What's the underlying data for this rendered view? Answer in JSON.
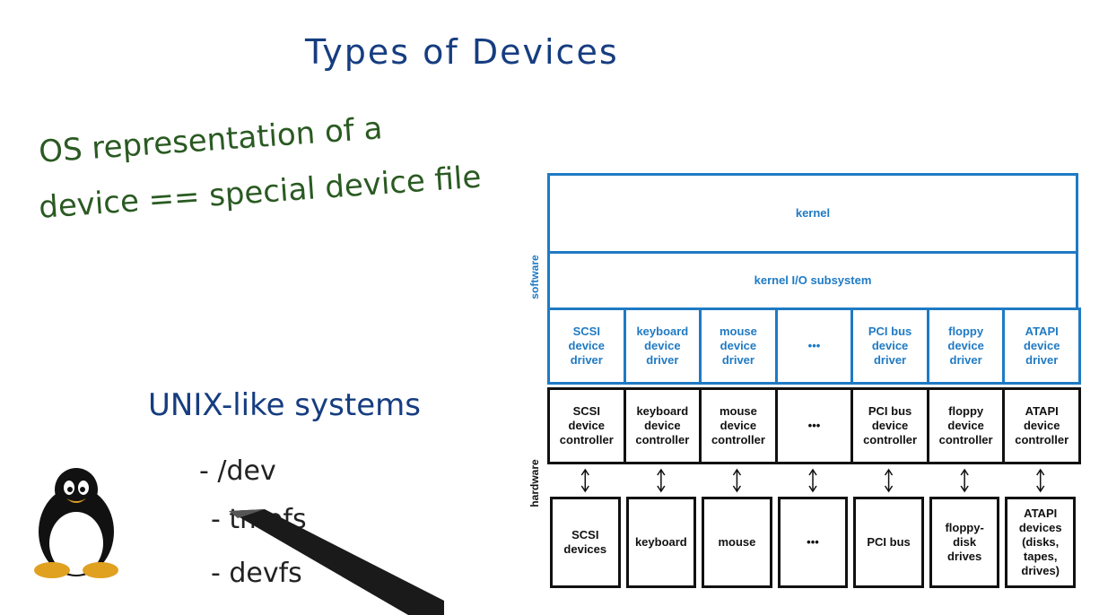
{
  "title": "Types of Devices",
  "note": {
    "line1": "OS representation of a",
    "line2": "device == special device file"
  },
  "unix": {
    "heading": "UNIX-like systems",
    "items": [
      "- /dev",
      "- tmpfs",
      "- devfs"
    ]
  },
  "diagram": {
    "software_label": "software",
    "hardware_label": "hardware",
    "kernel": "kernel",
    "io_subsystem": "kernel I/O subsystem",
    "drivers": [
      "SCSI\ndevice\ndriver",
      "keyboard\ndevice\ndriver",
      "mouse\ndevice\ndriver",
      "•••",
      "PCI bus\ndevice\ndriver",
      "floppy\ndevice\ndriver",
      "ATAPI\ndevice\ndriver"
    ],
    "controllers": [
      "SCSI\ndevice\ncontroller",
      "keyboard\ndevice\ncontroller",
      "mouse\ndevice\ncontroller",
      "•••",
      "PCI bus\ndevice\ncontroller",
      "floppy\ndevice\ncontroller",
      "ATAPI\ndevice\ncontroller"
    ],
    "devices": [
      "SCSI\ndevices",
      "keyboard",
      "mouse",
      "•••",
      "PCI bus",
      "floppy-\ndisk\ndrives",
      "ATAPI\ndevices\n(disks,\ntapes,\ndrives)"
    ]
  },
  "colors": {
    "software": "#1f7ac4",
    "hardware": "#111111",
    "title": "#163d80",
    "note": "#2a5a22"
  }
}
